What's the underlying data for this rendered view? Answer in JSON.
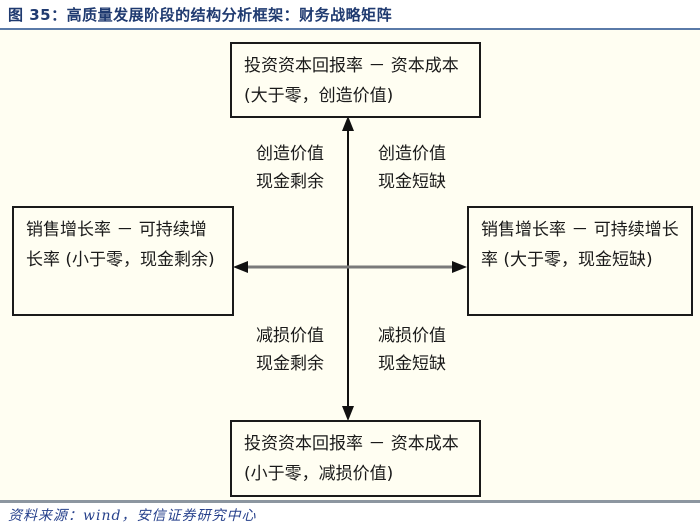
{
  "title": "图 35：高质量发展阶段的结构分析框架：财务战略矩阵",
  "boxes": {
    "top": "投资资本回报率 － 资本成本 (大于零，创造价值)",
    "left": "销售增长率 － 可持续增长率 (小于零，现金剩余)",
    "right": "销售增长率 － 可持续增长率 (大于零，现金短缺)",
    "bottom": "投资资本回报率 － 资本成本 (小于零，减损价值)"
  },
  "quadrants": {
    "top_left": {
      "line1": "创造价值",
      "line2": "现金剩余"
    },
    "top_right": {
      "line1": "创造价值",
      "line2": "现金短缺"
    },
    "bottom_left": {
      "line1": "减损价值",
      "line2": "现金剩余"
    },
    "bottom_right": {
      "line1": "减损价值",
      "line2": "现金短缺"
    }
  },
  "source": "资料来源：wind，安信证券研究中心",
  "colors": {
    "title_color": "#1f3a70",
    "title_rule": "#5a7aa8",
    "canvas_bg": "#fffef2",
    "box_border": "#1a1a1a",
    "box_text": "#1a1a1a",
    "axis_horizontal": "#7a7a7a",
    "axis_vertical": "#111111",
    "footer_rule": "#8c96a0",
    "source_text": "#27418c"
  }
}
